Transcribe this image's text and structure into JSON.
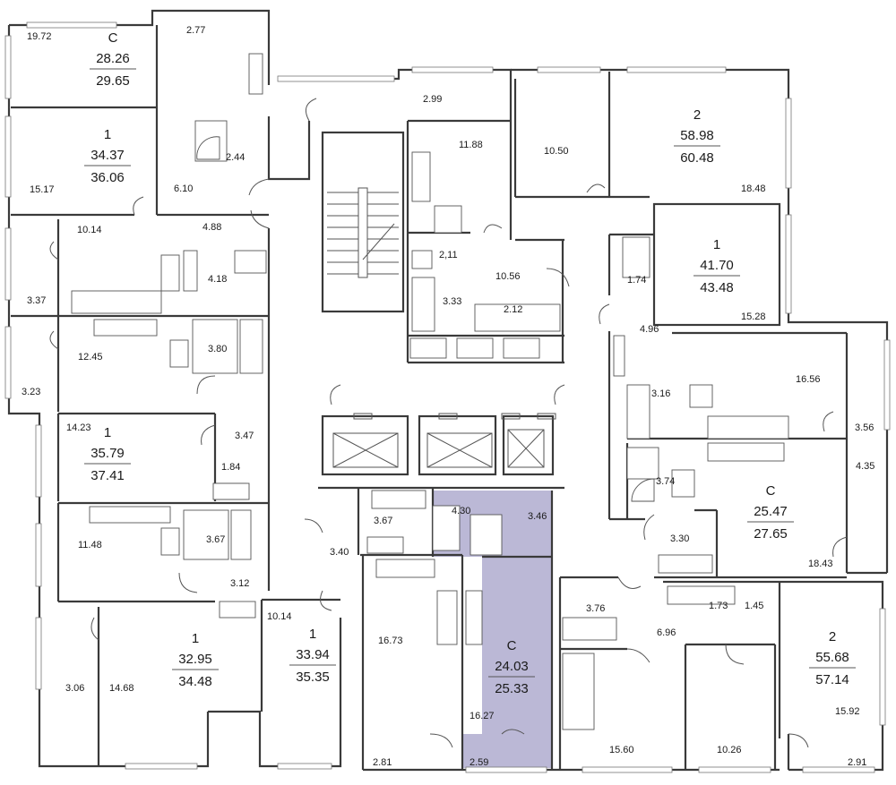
{
  "highlight_color": "#bbb8d6",
  "apartments": [
    {
      "type": "С",
      "living": "28.26",
      "total": "29.65"
    },
    {
      "type": "1",
      "living": "34.37",
      "total": "36.06"
    },
    {
      "type": "1",
      "living": "35.79",
      "total": "37.41"
    },
    {
      "type": "1",
      "living": "32.95",
      "total": "34.48"
    },
    {
      "type": "1",
      "living": "33.94",
      "total": "35.35"
    },
    {
      "type": "2",
      "living": "58.98",
      "total": "60.48"
    },
    {
      "type": "1",
      "living": "41.70",
      "total": "43.48"
    },
    {
      "type": "С",
      "living": "25.47",
      "total": "27.65"
    },
    {
      "type": "2",
      "living": "55.68",
      "total": "57.14"
    },
    {
      "type": "С",
      "living": "24.03",
      "total": "25.33",
      "highlighted": true
    }
  ],
  "room_areas": [
    "19.72",
    "2.77",
    "15.17",
    "6.10",
    "2.44",
    "10.14",
    "4.88",
    "3.37",
    "4.18",
    "12.45",
    "3.80",
    "3.23",
    "14.23",
    "3.47",
    "1.84",
    "11.48",
    "3.67",
    "3.12",
    "10.14",
    "3.06",
    "14.68",
    "2.99",
    "11.88",
    "10.50",
    "18.48",
    "2,11",
    "10.56",
    "3.33",
    "2.12",
    "1.74",
    "15.28",
    "4.96",
    "16.56",
    "3.16",
    "3.56",
    "4.35",
    "3.74",
    "3.30",
    "18.43",
    "3.67",
    "4.30",
    "3.46",
    "3.40",
    "16.73",
    "3.76",
    "1.73",
    "1.45",
    "6.96",
    "16.27",
    "15.60",
    "10.26",
    "15.92",
    "2.81",
    "2.59",
    "2.91"
  ]
}
